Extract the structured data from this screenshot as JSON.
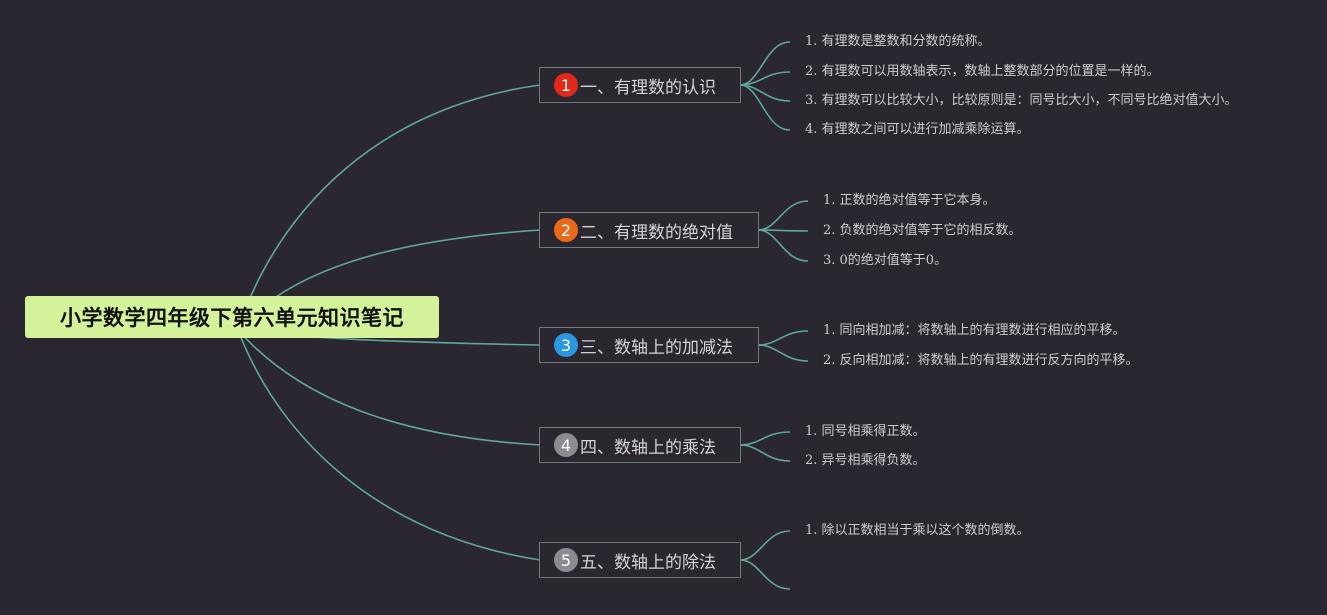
{
  "root": {
    "title": "小学数学四年级下第六单元知识笔记"
  },
  "branches": [
    {
      "number": "1",
      "color": "#e0281b",
      "label": "一、有理数的认识",
      "items": [
        "1. 有理数是整数和分数的统称。",
        "2. 有理数可以用数轴表示，数轴上整数部分的位置是一样的。",
        "3. 有理数可以比较大小，比较原则是：同号比大小，不同号比绝对值大小。",
        "4. 有理数之间可以进行加减乘除运算。"
      ]
    },
    {
      "number": "2",
      "color": "#ea6a1c",
      "label": "二、有理数的绝对值",
      "items": [
        "1. 正数的绝对值等于它本身。",
        "2. 负数的绝对值等于它的相反数。",
        "3. 0的绝对值等于0。"
      ]
    },
    {
      "number": "3",
      "color": "#2a97e0",
      "label": "三、数轴上的加减法",
      "items": [
        "1. 同向相加减：将数轴上的有理数进行相应的平移。",
        "2. 反向相加减：将数轴上的有理数进行反方向的平移。"
      ]
    },
    {
      "number": "4",
      "color": "#8e8b90",
      "label": "四、数轴上的乘法",
      "items": [
        "1. 同号相乘得正数。",
        "2. 异号相乘得负数。"
      ]
    },
    {
      "number": "5",
      "color": "#8e8b90",
      "label": "五、数轴上的除法",
      "items": [
        "1. 除以正数相当于乘以这个数的倒数。",
        ""
      ]
    }
  ]
}
